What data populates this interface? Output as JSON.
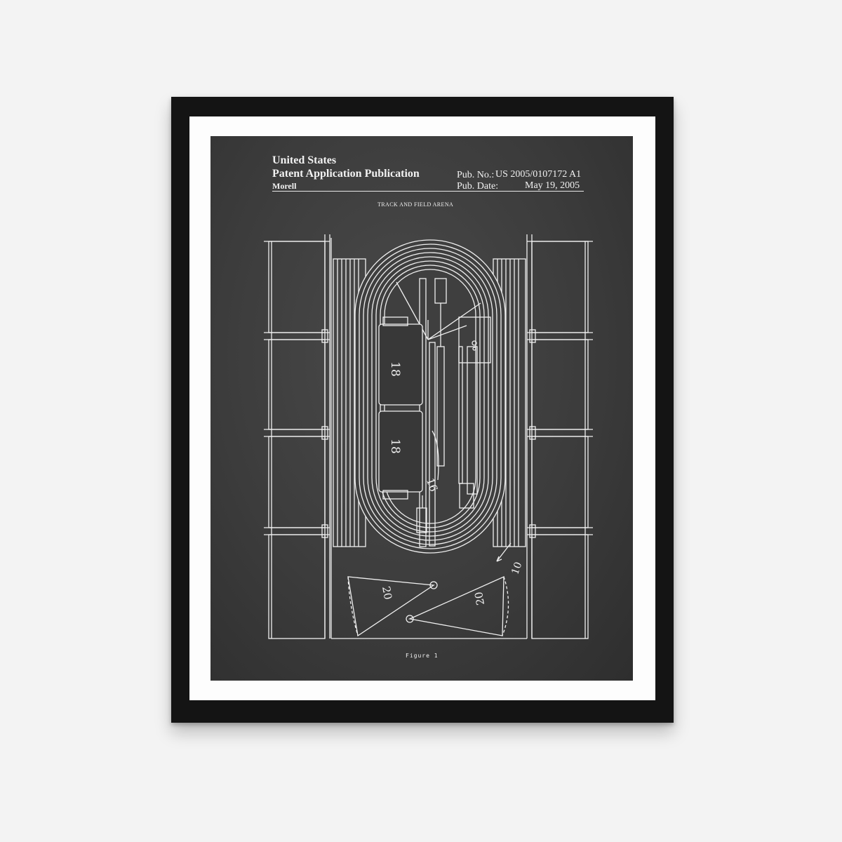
{
  "poster": {
    "header": {
      "country": "United States",
      "publication_type": "Patent Application Publication",
      "inventor": "Morell",
      "pub_no_label": "Pub. No.:",
      "pub_no": "US 2005/0107172 A1",
      "pub_date_label": "Pub. Date:",
      "pub_date": "May 19, 2005"
    },
    "title": "TRACK AND FIELD ARENA",
    "figure_caption": "Figure 1",
    "reference_numerals": {
      "upper_stand": "18",
      "lower_stand": "18",
      "field_path": "16",
      "arena": "10",
      "left_throwing_sector": "20",
      "right_throwing_sector": "20"
    }
  },
  "colors": {
    "wall": "#f3f3f3",
    "frame": "#141414",
    "mat": "#fdfdfd",
    "chalkboard": "#3c3c3c",
    "chalk": "#f2f2f2"
  }
}
